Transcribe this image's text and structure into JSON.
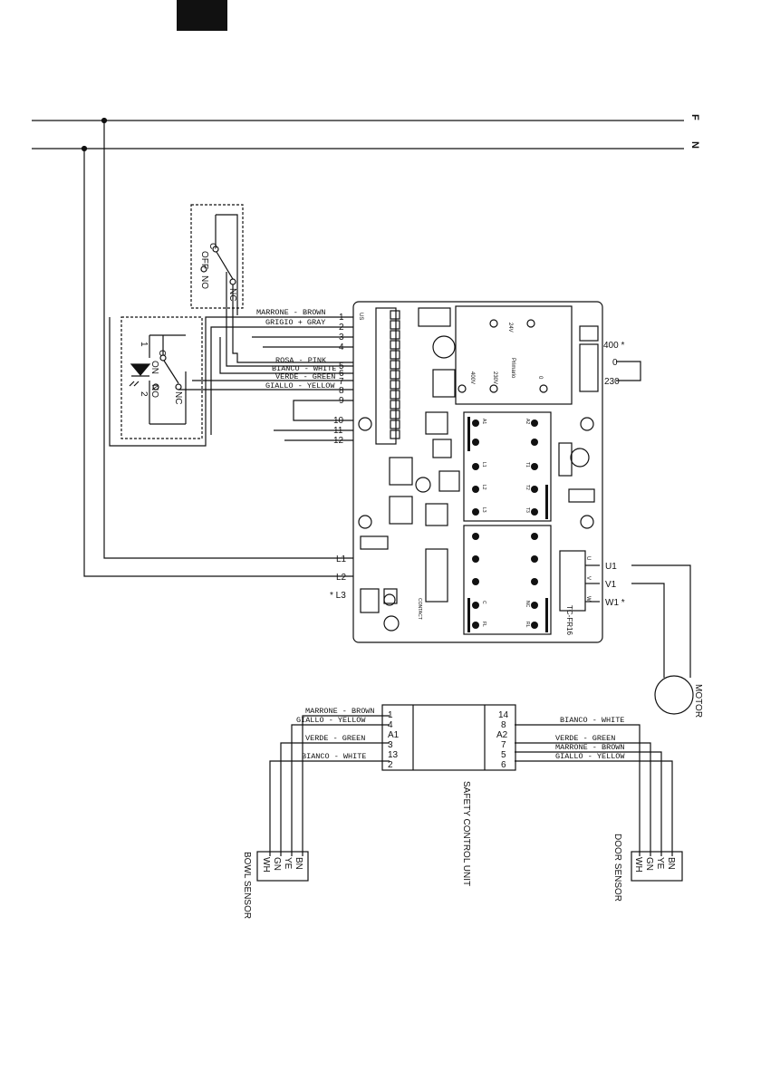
{
  "header": {
    "block": ""
  },
  "power_line": {
    "phase": "F",
    "neutral": "N"
  },
  "off_switch": {
    "c": "C",
    "off": "OFF",
    "no": "NO",
    "nc": "NC"
  },
  "on_switch": {
    "one": "1",
    "two": "2",
    "c": "C",
    "on": "ON",
    "no": "NO",
    "nc": "NC"
  },
  "panel_left_wires": [
    {
      "label": "MARRONE - BROWN",
      "num": "1"
    },
    {
      "label": "GRIGIO + GRAY",
      "num": "2"
    },
    {
      "label": "",
      "num": "3"
    },
    {
      "label": "",
      "num": "4"
    },
    {
      "label": "ROSA - PINK",
      "num": "5"
    },
    {
      "label": "BIANCO - WHITE",
      "num": "6"
    },
    {
      "label": "VERDE - GREEN",
      "num": "7"
    },
    {
      "label": "GIALLO - YELLOW",
      "num": "8"
    },
    {
      "label": "",
      "num": "9"
    },
    {
      "label": "",
      "num": "10"
    },
    {
      "label": "",
      "num": "11"
    },
    {
      "label": "",
      "num": "12"
    }
  ],
  "board": {
    "prefix": "US",
    "transformer": {
      "t1": "24V",
      "t2": "Primario",
      "t3": "230V",
      "t4": "400V",
      "t5": "0"
    },
    "chip_labels": {
      "l1": "L1",
      "l2": "L2",
      "l3": "L3",
      "a1": "A1",
      "a2": "A2",
      "t1": "T1",
      "t2": "T2",
      "t3": "T3",
      "nc": "NC",
      "fl": "FL",
      "rl": "RL",
      "c": "C"
    },
    "code": "TC-FR16",
    "motor_terms": [
      "U",
      "V",
      "W"
    ],
    "brand": "CONTACT"
  },
  "voltage": {
    "v400": "400 *",
    "v0": "0",
    "v230": "230"
  },
  "mains_terms": {
    "l1": "L1",
    "l2": "L2",
    "l3": "* L3"
  },
  "motor_terms": {
    "u1": "U1",
    "v1": "V1",
    "w1": "W1 *"
  },
  "motor": {
    "label": "MOTOR"
  },
  "scu": {
    "label": "SAFETY CONTROL UNIT",
    "left_terms": [
      "1",
      "4",
      "A1",
      "3",
      "13",
      "2"
    ],
    "right_terms": [
      "14",
      "8",
      "A2",
      "7",
      "5",
      "6"
    ],
    "left_wires": [
      "MARRONE - BROWN",
      "GIALLO - YELLOW",
      "",
      "VERDE - GREEN",
      "",
      "BIANCO - WHITE"
    ],
    "right_wires": [
      "",
      "BIANCO - WHITE",
      "",
      "VERDE - GREEN",
      "MARRONE - BROWN",
      "GIALLO - YELLOW"
    ]
  },
  "bowl_sensor": {
    "label": "BOWL SENSOR",
    "pins": [
      "WH",
      "GN",
      "YE",
      "BN"
    ]
  },
  "door_sensor": {
    "label": "DOOR SENSOR",
    "pins": [
      "WH",
      "GN",
      "YE",
      "BN"
    ]
  }
}
